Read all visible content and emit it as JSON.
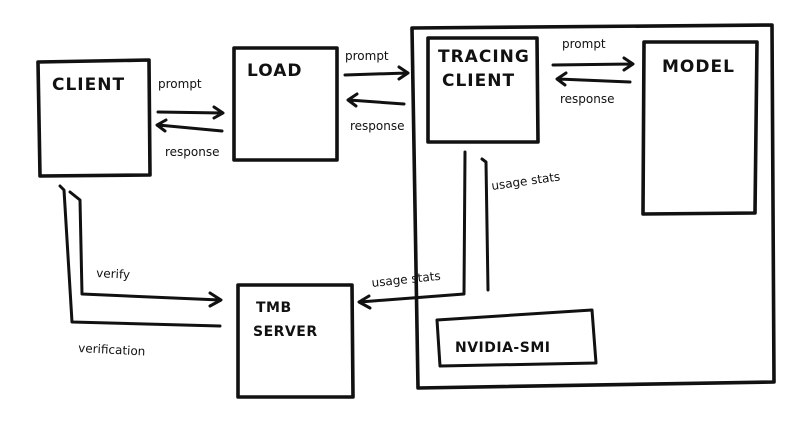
{
  "nodes": {
    "client": "CLIENT",
    "load": "LOAD",
    "tracing_line1": "TRACING",
    "tracing_line2": "CLIENT",
    "model": "MODEL",
    "tmb_line1": "TMB",
    "tmb_line2": "SERVER",
    "nvidia": "NVIDIA-SMI"
  },
  "edges": {
    "client_load_prompt": "prompt",
    "client_load_response": "response",
    "load_tracing_prompt": "prompt",
    "load_tracing_response": "response",
    "tracing_model_prompt": "prompt",
    "tracing_model_response": "response",
    "tracing_usage": "usage stats",
    "tmb_usage": "usage stats",
    "verify": "verify",
    "verification": "verification"
  }
}
